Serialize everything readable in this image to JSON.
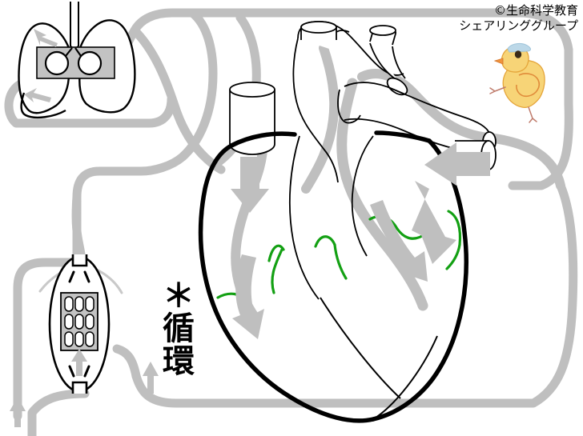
{
  "figure": {
    "title_text_lines": [
      "©生命科学教育",
      "シェアリンググループ"
    ],
    "copyright_symbol": "©",
    "annotation_label": "＊循環",
    "annotation_marker": "＊",
    "annotation_word": "循環"
  },
  "colors": {
    "vessel_gray": "#bfbfbf",
    "valve_green": "#13a013",
    "outline_black": "#000000",
    "heart_wall_black": "#000000",
    "organ_fill_gray": "#c0c0c0",
    "background": "#ffffff",
    "chick_body": "#f5c542",
    "chick_outline": "#e0952a",
    "chick_beak": "#f08c3a",
    "chick_feet": "#c08070",
    "chick_cap": "#bcd8e8"
  },
  "organs": {
    "lungs": {
      "name": "lungs",
      "alveoli_count": 2,
      "position": "top-left",
      "arrow_count": 2
    },
    "tissue": {
      "name": "body-tissue-capillary-bed",
      "cell_rows": 3,
      "cell_cols": 3,
      "cell_count": 9,
      "position": "bottom-left",
      "arrow_count": 1
    },
    "heart": {
      "name": "heart",
      "position": "center-right",
      "valve_curve_count": 6,
      "flow_arrow_count": 5,
      "vessel_stubs": [
        "superior-vena-cava",
        "aorta",
        "pulmonary-trunk",
        "pulmonary-artery-right",
        "pulmonary-vein-right"
      ]
    },
    "mascot": {
      "name": "chick-mascot",
      "position": "top-right"
    }
  },
  "flow": {
    "arrows": [
      {
        "id": "lung-upper",
        "direction": "left"
      },
      {
        "id": "lung-lower",
        "direction": "left"
      },
      {
        "id": "heart-right-atrium-down",
        "direction": "down"
      },
      {
        "id": "heart-right-ventricle-down-left",
        "direction": "down-left"
      },
      {
        "id": "heart-left-atrium-in",
        "direction": "left"
      },
      {
        "id": "heart-left-ventricle-down",
        "direction": "down-right"
      },
      {
        "id": "tissue-up",
        "direction": "up"
      },
      {
        "id": "systemic-return-up-left",
        "direction": "up"
      },
      {
        "id": "systemic-return-up-mid",
        "direction": "up"
      }
    ]
  }
}
